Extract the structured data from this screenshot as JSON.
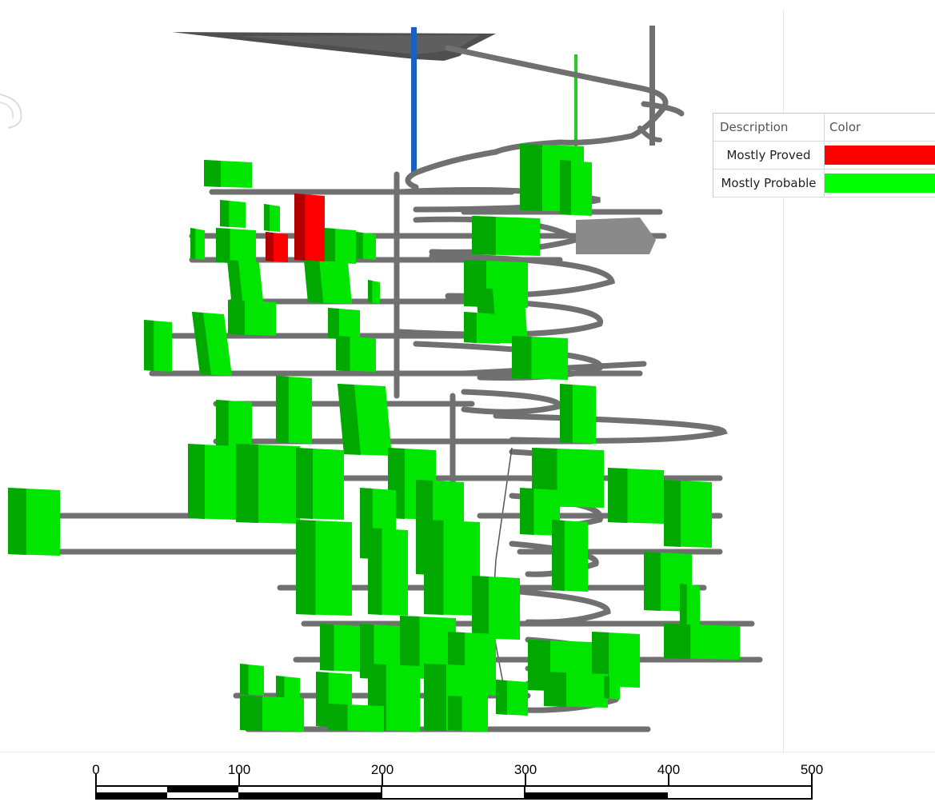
{
  "legend": {
    "header": {
      "description": "Description",
      "color": "Color"
    },
    "rows": [
      {
        "description": "Mostly Proved",
        "color": "#ff0000"
      },
      {
        "description": "Mostly Probable",
        "color": "#00ff00"
      }
    ]
  },
  "scale_bar": {
    "ticks": [
      "0",
      "100",
      "200",
      "300",
      "400",
      "500"
    ]
  },
  "colors": {
    "drift": "#707070",
    "proved": "#ff0000",
    "probable": "#00e600",
    "shaft": "#1b5fc1",
    "vent_raise": "#22cc22"
  }
}
